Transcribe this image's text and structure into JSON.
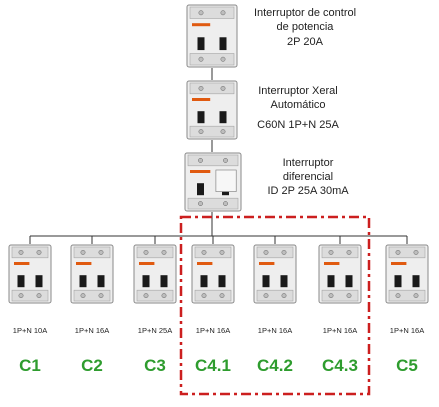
{
  "devices": {
    "main": {
      "line1": "Interruptor de control",
      "line2": "de potencia",
      "line3": "2P 20A"
    },
    "general": {
      "line1": "Interruptor Xeral",
      "line2": "Automático",
      "line3": "C60N 1P+N 25A"
    },
    "differential": {
      "line1": "Interruptor",
      "line2": "diferencial",
      "line3": "ID 2P 25A 30mA"
    }
  },
  "circuits": [
    {
      "rating": "1P+N 10A",
      "name": "C1"
    },
    {
      "rating": "1P+N 16A",
      "name": "C2"
    },
    {
      "rating": "1P+N 25A",
      "name": "C3"
    },
    {
      "rating": "1P+N 16A",
      "name": "C4.1"
    },
    {
      "rating": "1P+N 16A",
      "name": "C4.2"
    },
    {
      "rating": "1P+N 16A",
      "name": "C4.3"
    },
    {
      "rating": "1P+N 16A",
      "name": "C5"
    }
  ],
  "colors": {
    "circuit_label": "#2e9c2e",
    "group_box": "#cc1f1f",
    "handle": "#1a1a1a",
    "device_body": "#eeeeee",
    "brand_accent": "#e05a10"
  }
}
